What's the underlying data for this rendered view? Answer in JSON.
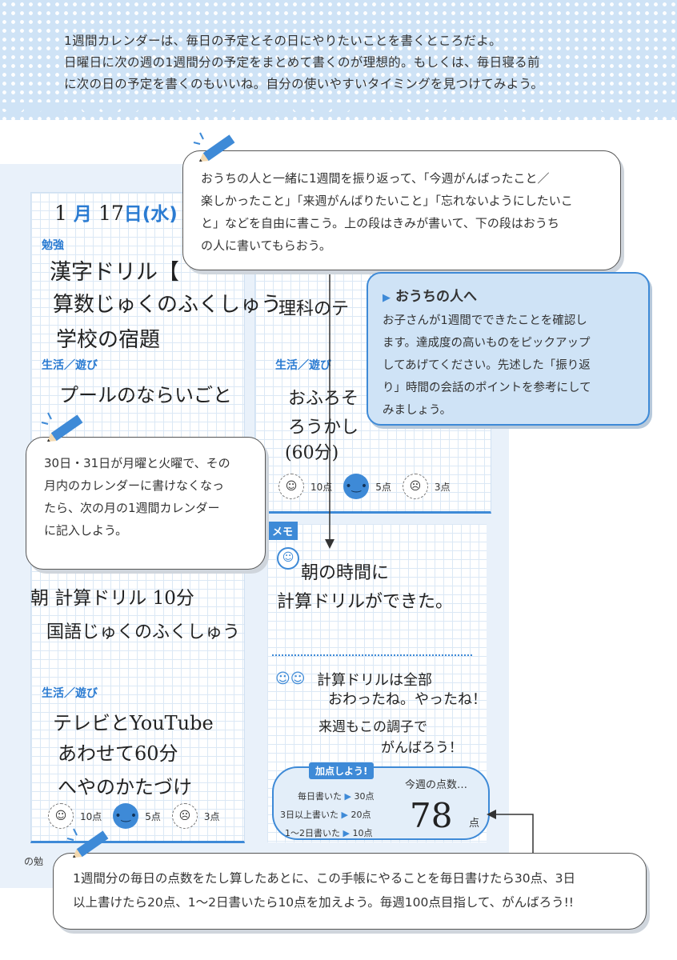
{
  "intro": {
    "line1": "1週間カレンダーは、毎日の予定とその日にやりたいことを書くところだよ。",
    "line2": "日曜日に次の週の1週間分の予定をまとめて書くのが理想的。もしくは、毎日寝る前",
    "line3": "に次の日の予定を書くのもいいね。自分の使いやすいタイミングを見つけてみよう。"
  },
  "bubble_top": {
    "line1": "おうちの人と一緒に1週間を振り返って、「今週がんばったこと／",
    "line2": "楽しかったこと」「来週がんばりたいこと」「忘れないようにしたいこ",
    "line3": "と」などを自由に書こう。上の段はきみが書いて、下の段はおうち",
    "line4": "の人に書いてもらおう。"
  },
  "parent_note": {
    "title": "おうちの人へ",
    "line1": "お子さんが1週間でできたことを確認し",
    "line2": "ます。達成度の高いものをピックアップ",
    "line3": "してあげてください。先述した「振り返",
    "line4": "り」時間の会話のポイントを参考にして",
    "line5": "みましょう。"
  },
  "bubble_left": {
    "line1": "30日・31日が月曜と火曜で、その",
    "line2": "月内のカレンダーに書けなくなっ",
    "line3": "たら、次の月の1週間カレンダー",
    "line4": "に記入しよう。"
  },
  "bubble_bottom": {
    "line1": "1週間分の毎日の点数をたし算したあとに、この手帳にやることを毎日書けたら30点、3日",
    "line2": "以上書けたら20点、1〜2日書いたら10点を加えよう。毎週100点目指して、がんばろう!!"
  },
  "calendar": {
    "date_month": "1",
    "date_month_unit": "月",
    "date_day": "17",
    "date_day_unit": "日",
    "weekday": "(水)",
    "study_label": "勉強",
    "study_items": [
      "漢字ドリル【",
      "算数じゅくのふくしゅう",
      "学校の宿題"
    ],
    "life_label": "生活／遊び",
    "life_items": [
      "プールのならいごと"
    ],
    "left_lower_items": [
      "朝 計算ドリル 10分",
      "国語じゅくのふくしゅう"
    ],
    "left_lower_life_label": "生活／遊び",
    "left_lower_life_items": [
      "テレビとYouTube",
      "あわせて60分",
      "へやのかたづけ"
    ],
    "right_study_item": "理科のテ",
    "right_life_label": "生活／遊び",
    "right_life_items": [
      "おふろそ",
      "ろうかし",
      "(60分)"
    ]
  },
  "faces": {
    "good": "10点",
    "mid": "5点",
    "bad": "3点"
  },
  "memo": {
    "label": "メモ",
    "child_line1": "朝の時間に",
    "child_line2": "計算ドリルができた。",
    "parent_line1": "計算ドリルは全部",
    "parent_line2": "おわったね。やったね！",
    "parent_line3": "来週もこの調子で",
    "parent_line4": "がんばろう！"
  },
  "score": {
    "tag": "加点しよう!",
    "rule1": "毎日書いた",
    "rule1_pts": "30点",
    "rule2": "3日以上書いた",
    "rule2_pts": "20点",
    "rule3": "1〜2日書いた",
    "rule3_pts": "10点",
    "week_label": "今週の点数…",
    "value": "78",
    "unit": "点"
  },
  "footer": {
    "partial_label": "の勉"
  },
  "colors": {
    "accent": "#3e8ad7",
    "banner": "#cfe3f6",
    "parent_bg": "#cfe3f6"
  }
}
